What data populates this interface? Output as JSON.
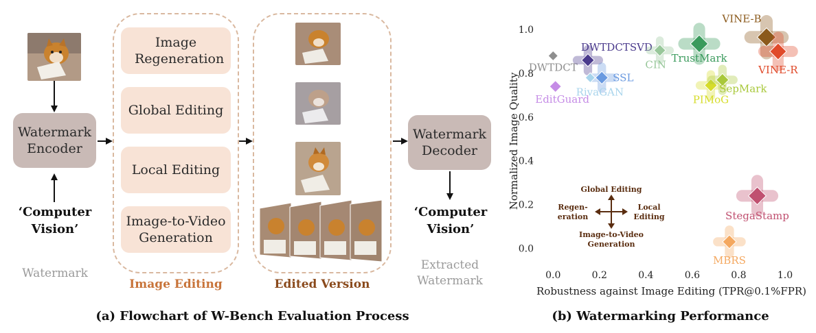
{
  "panel_a": {
    "encoder_label": "Watermark Encoder",
    "decoder_label": "Watermark Decoder",
    "input_message": "‘Computer Vision’",
    "output_message": "‘Computer Vision’",
    "watermark_label": "Watermark",
    "extracted_label": "Extracted Watermark",
    "edit_types": [
      "Image Regeneration",
      "Global Editing",
      "Local Editing",
      "Image-to-Video Generation"
    ],
    "image_editing_label": "Image Editing",
    "edited_version_label": "Edited Version",
    "caption": "(a) Flowchart of W-Bench Evaluation Process",
    "colors": {
      "encoder": "#c9bab6",
      "edit_box": "#f8e3d6",
      "dash": "#d9b89f",
      "image_editing_text": "#c8743a",
      "edited_version_text": "#8a4a1c"
    }
  },
  "panel_b": {
    "caption": "(b) Watermarking Performance",
    "compass": {
      "up": "Global Editing",
      "left": "Regen-eration",
      "right": "Local Editing",
      "down": "Image-to-Video Generation",
      "color": "#5a2d10"
    }
  },
  "chart_data": {
    "type": "scatter",
    "xlabel": "Robustness against Image Editing (TPR@0.1%FPR)",
    "ylabel": "Normalized Image Quality",
    "xlim": [
      -0.06,
      1.08
    ],
    "ylim": [
      -0.08,
      1.06
    ],
    "xticks": [
      "0.0",
      "0.2",
      "0.4",
      "0.6",
      "0.8",
      "1.0"
    ],
    "yticks": [
      "0.0",
      "0.2",
      "0.4",
      "0.6",
      "0.8",
      "1.0"
    ],
    "grid": false,
    "legend": "none",
    "points": [
      {
        "name": "DWTDCT",
        "x": 0.0,
        "y": 0.88,
        "color": "#8f8f8f",
        "cross": false,
        "marker": 10
      },
      {
        "name": "DWTDCTSVD",
        "x": 0.15,
        "y": 0.86,
        "color": "#4a3a8c",
        "cross": true,
        "marker": 13
      },
      {
        "name": "SSL",
        "x": 0.21,
        "y": 0.78,
        "color": "#6a9ae0",
        "cross": true,
        "marker": 13
      },
      {
        "name": "RivaGAN",
        "x": 0.16,
        "y": 0.78,
        "color": "#a8d4ec",
        "cross": false,
        "marker": 10
      },
      {
        "name": "EditGuard",
        "x": 0.01,
        "y": 0.74,
        "color": "#c58ce6",
        "cross": false,
        "marker": 12
      },
      {
        "name": "CIN",
        "x": 0.46,
        "y": 0.905,
        "color": "#98c79a",
        "cross": true,
        "marker": 12
      },
      {
        "name": "TrustMark",
        "x": 0.63,
        "y": 0.935,
        "color": "#3a9a5c",
        "cross": true,
        "marker": 18
      },
      {
        "name": "PIMoG",
        "x": 0.68,
        "y": 0.745,
        "color": "#d6dc2a",
        "cross": true,
        "marker": 13
      },
      {
        "name": "SepMark",
        "x": 0.73,
        "y": 0.77,
        "color": "#a8c83a",
        "cross": true,
        "marker": 13
      },
      {
        "name": "VINE-B",
        "x": 0.92,
        "y": 0.965,
        "color": "#8b5a1c",
        "cross": true,
        "marker": 19
      },
      {
        "name": "VINE-R",
        "x": 0.97,
        "y": 0.9,
        "color": "#e04a2a",
        "cross": true,
        "marker": 17
      },
      {
        "name": "StegaStamp",
        "x": 0.88,
        "y": 0.24,
        "color": "#c05070",
        "cross": true,
        "marker": 18
      },
      {
        "name": "MBRS",
        "x": 0.76,
        "y": 0.03,
        "color": "#f4a860",
        "cross": true,
        "marker": 14
      }
    ]
  }
}
